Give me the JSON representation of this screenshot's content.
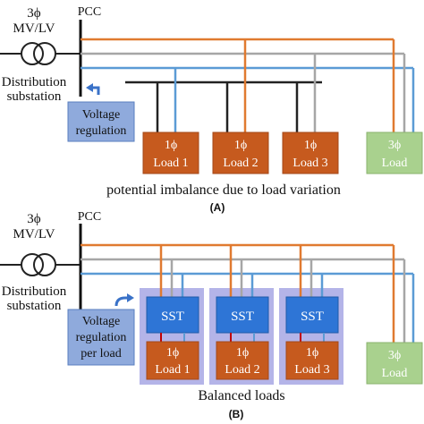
{
  "colors": {
    "orange": "#E07A30",
    "gray": "#A6A6A6",
    "blue": "#5B9BD5",
    "black": "#222222",
    "load_fill": "#C65A1E",
    "load_3ph_fill": "#A9D18E",
    "voltage_box_fill": "#8FAADC",
    "sst_fill": "#2E75D6",
    "sst_group_fill": "#B4B4E8",
    "link_red": "#C00000"
  },
  "panel_a": {
    "transformer_label_line1": "3ϕ",
    "transformer_label_line2": "MV/LV",
    "pcc_label": "PCC",
    "substation_line1": "Distribution",
    "substation_line2": "substation",
    "voltage_box_line1": "Voltage",
    "voltage_box_line2": "regulation",
    "loads": [
      {
        "line1": "1ϕ",
        "line2": "Load 1"
      },
      {
        "line1": "1ϕ",
        "line2": "Load 2"
      },
      {
        "line1": "1ϕ",
        "line2": "Load 3"
      }
    ],
    "load_3ph": {
      "line1": "3ϕ",
      "line2": "Load"
    },
    "caption": "potential imbalance due to load variation",
    "panel_tag": "(A)"
  },
  "panel_b": {
    "transformer_label_line1": "3ϕ",
    "transformer_label_line2": "MV/LV",
    "pcc_label": "PCC",
    "substation_line1": "Distribution",
    "substation_line2": "substation",
    "voltage_box_line1": "Voltage",
    "voltage_box_line2": "regulation",
    "voltage_box_line3": "per load",
    "sst_label": "SST",
    "loads": [
      {
        "line1": "1ϕ",
        "line2": "Load 1"
      },
      {
        "line1": "1ϕ",
        "line2": "Load 2"
      },
      {
        "line1": "1ϕ",
        "line2": "Load 3"
      }
    ],
    "load_3ph": {
      "line1": "3ϕ",
      "line2": "Load"
    },
    "caption": "Balanced loads",
    "panel_tag": "(B)"
  }
}
